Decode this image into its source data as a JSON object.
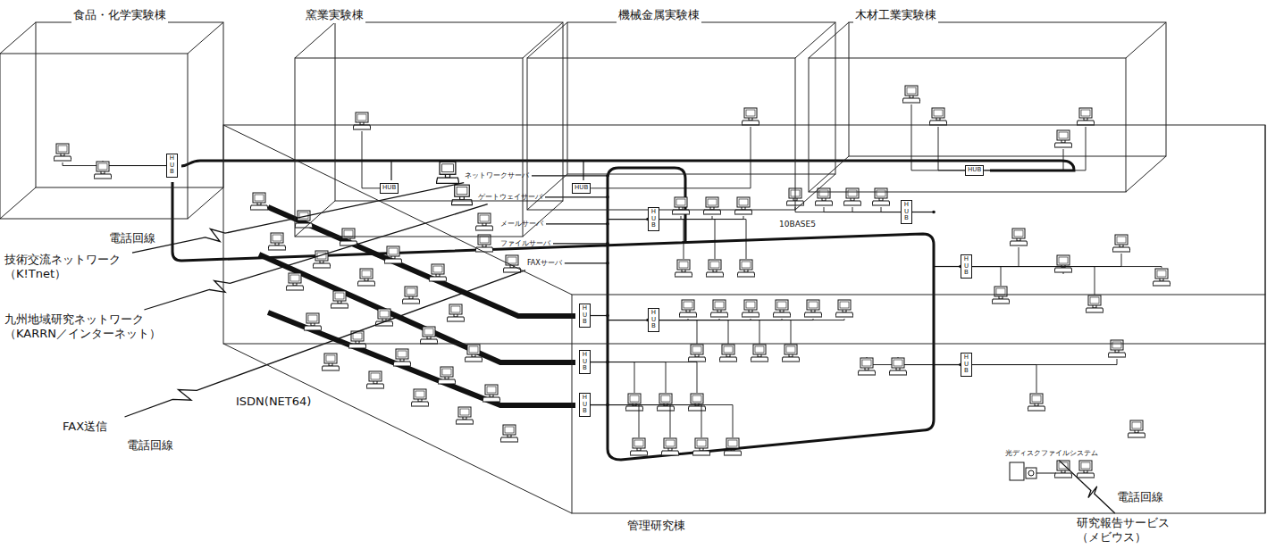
{
  "diagram": {
    "nodes": [
      {
        "text": [
          "食品・化学実験棟"
        ]
      },
      {
        "text": [
          "HUB"
        ],
        "in": 0
      },
      {
        "text": [
          "窯業実験棟"
        ]
      },
      {
        "text": [
          "HUB"
        ],
        "in": 2
      },
      {
        "text": [
          "機械金属実験棟"
        ]
      },
      {
        "text": [
          "HUB"
        ],
        "in": 4
      },
      {
        "text": [
          "木材工業実験棟"
        ]
      },
      {
        "text": [
          "HUB"
        ],
        "in": 6
      },
      {
        "text": [
          "管理研究棟"
        ]
      },
      {
        "text": [
          "ネットワークサーバ"
        ],
        "in": 8
      },
      {
        "text": [
          "ゲートウェイサーバ"
        ],
        "in": 8
      },
      {
        "text": [
          "メールサーバ"
        ],
        "in": 8
      },
      {
        "text": [
          "ファイルサーバ"
        ],
        "in": 8
      },
      {
        "text": [
          "FAXサーバ"
        ],
        "in": 8
      },
      {
        "text": [
          "HUB"
        ],
        "in": 8
      },
      {
        "text": [
          "HUB"
        ],
        "in": 8
      },
      {
        "text": [
          "HUB"
        ],
        "in": 8
      },
      {
        "text": [
          "HUB"
        ],
        "in": 8
      },
      {
        "text": [
          "HUB"
        ],
        "in": 8
      },
      {
        "text": [
          "HUB"
        ],
        "in": 8
      },
      {
        "text": [
          "HUB"
        ],
        "in": 8
      },
      {
        "text": [
          "HUB"
        ],
        "in": 8
      },
      {
        "text": [
          "光ディスクファイルシステム"
        ],
        "in": 8
      },
      {
        "text": [
          "技術交流ネットワーク （K!Tnet）"
        ]
      },
      {
        "text": [
          "九州地域研究ネットワーク （KARRN／インターネット）"
        ]
      },
      {
        "text": [
          "FAX送信"
        ]
      },
      {
        "text": [
          "研究報告サービス （メビウス）"
        ]
      }
    ],
    "edges": [
      {
        "from": 23,
        "to": 9,
        "label": "電話回線",
        "arrow": "none"
      },
      {
        "from": 24,
        "to": 10,
        "label": "ISDN(NET64)",
        "arrow": "none"
      },
      {
        "from": 25,
        "to": 13,
        "label": "電話回線",
        "arrow": "none"
      },
      {
        "from": 26,
        "to": 22,
        "label": "電話回線",
        "arrow": "none"
      }
    ],
    "labels": [
      "10BASE5"
    ]
  }
}
